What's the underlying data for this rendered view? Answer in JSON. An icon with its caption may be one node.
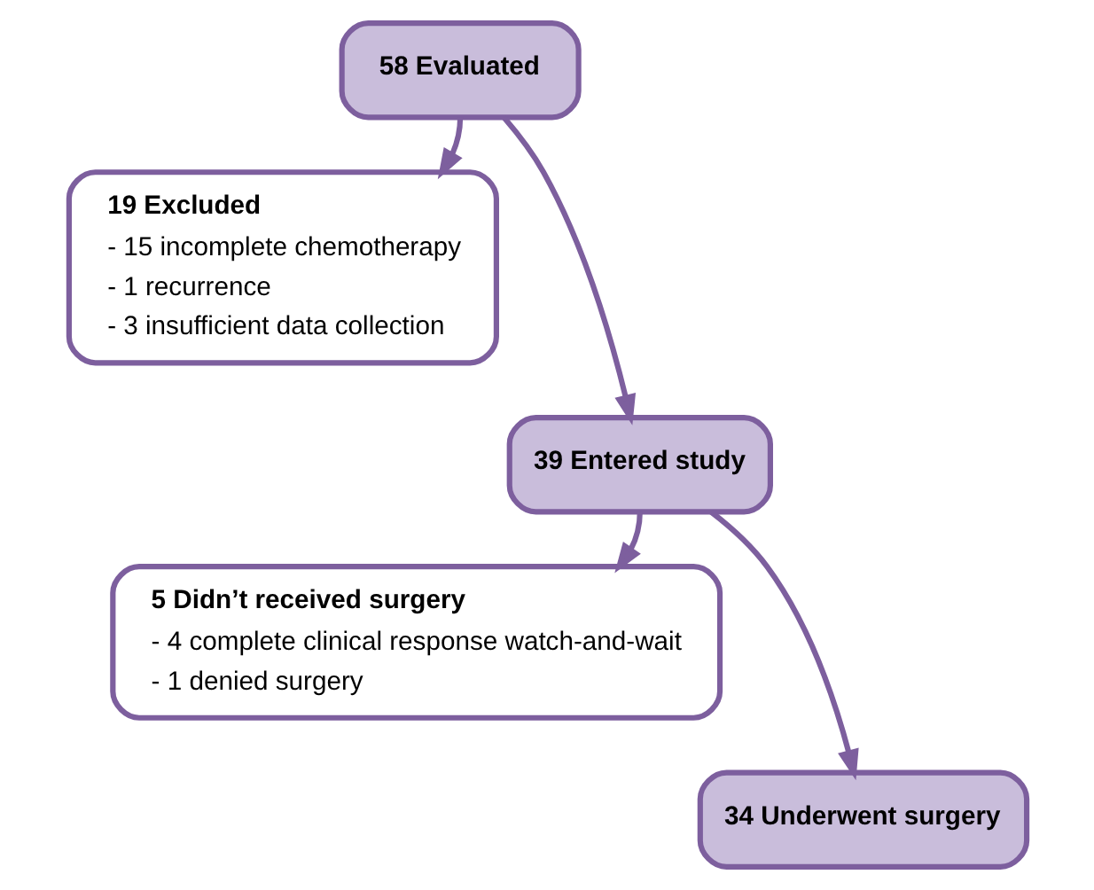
{
  "diagram": {
    "nodes": [
      {
        "text": [
          "58 Evaluated"
        ]
      },
      {
        "text": [
          "19 Excluded",
          "- 15 incomplete chemotherapy",
          "- 1 recurrence",
          "- 3 insufficient data collection"
        ]
      },
      {
        "text": [
          "39 Entered study"
        ]
      },
      {
        "text": [
          "5 Didn’t received surgery",
          "- 4 complete clinical response watch-and-wait",
          "- 1 denied surgery"
        ]
      },
      {
        "text": [
          "34 Underwent surgery"
        ]
      }
    ],
    "edges": [
      {
        "from": 0,
        "to": 2,
        "arrow": "to"
      },
      {
        "from": 0,
        "to": 1,
        "arrow": "to"
      },
      {
        "from": 2,
        "to": 4,
        "arrow": "to"
      },
      {
        "from": 2,
        "to": 3,
        "arrow": "to"
      }
    ]
  }
}
